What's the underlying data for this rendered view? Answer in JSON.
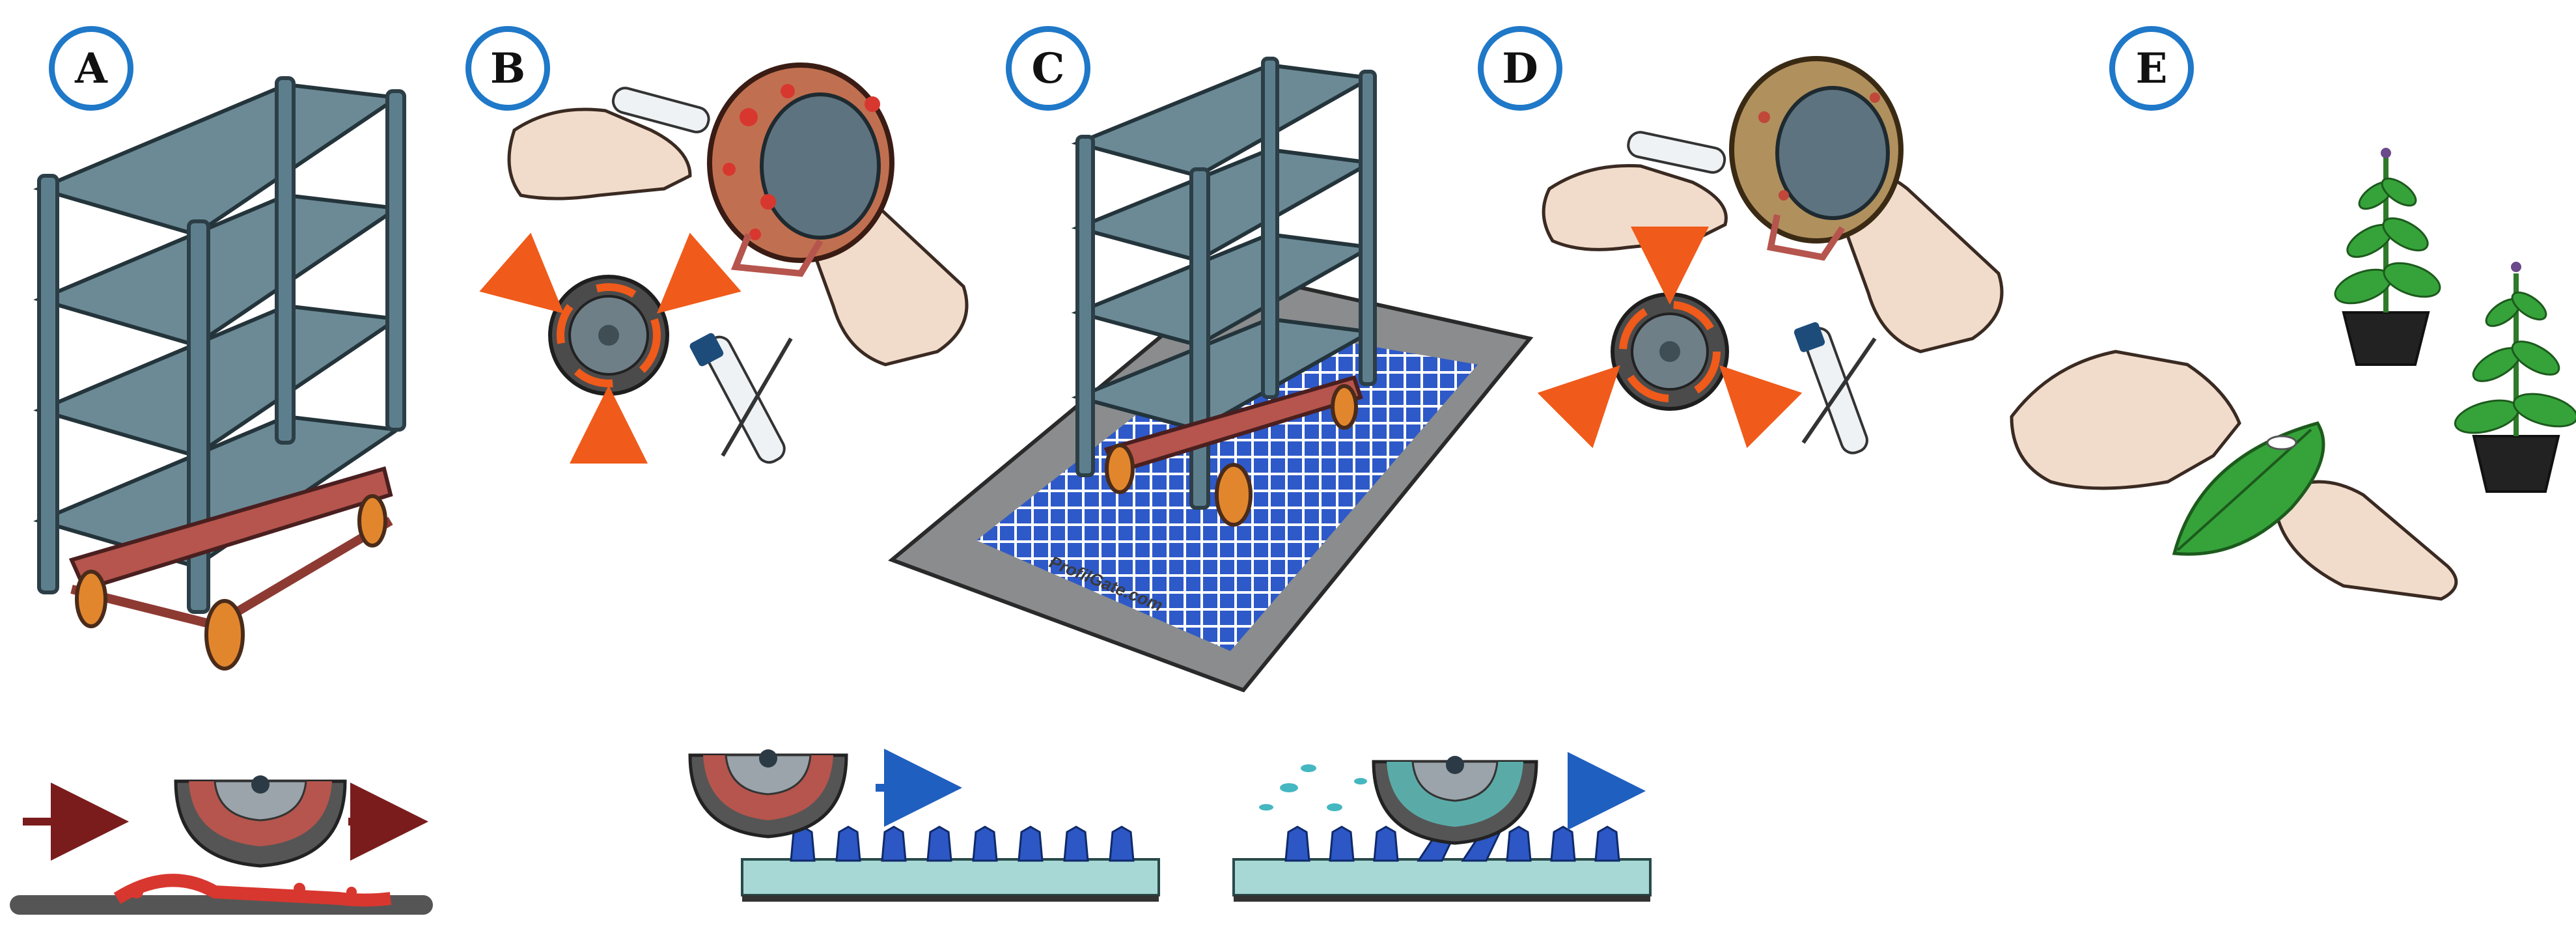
{
  "panels": [
    {
      "id": "A",
      "label": "A"
    },
    {
      "id": "B",
      "label": "B"
    },
    {
      "id": "C",
      "label": "C"
    },
    {
      "id": "D",
      "label": "D"
    },
    {
      "id": "E",
      "label": "E"
    }
  ],
  "mat_watermark": "ProfilGate.com",
  "colors": {
    "label_ring": "#1f78c8",
    "trolley_frame": "#4e6c7a",
    "trolley_shelf": "#6b8a96",
    "trolley_base": "#b5554d",
    "wheel_orange": "#e2862d",
    "arrow_orange": "#f05a1a",
    "arrow_dark_red": "#7a1c1c",
    "arrow_blue": "#1f5fbf",
    "mat_grey": "#8a8c8e",
    "mat_blue": "#2e59c8",
    "brush_base": "#a7d8d6",
    "brush_bristles": "#2c57c4",
    "skin": "#f1dccb",
    "leaf_green": "#35a33a",
    "soil_red": "#d8372f"
  },
  "icons": [
    "trolley-icon",
    "hand-icon",
    "wheel-icon",
    "swab-tube-icon",
    "brush-mat-icon",
    "potted-plant-icon",
    "arrow-icon"
  ]
}
